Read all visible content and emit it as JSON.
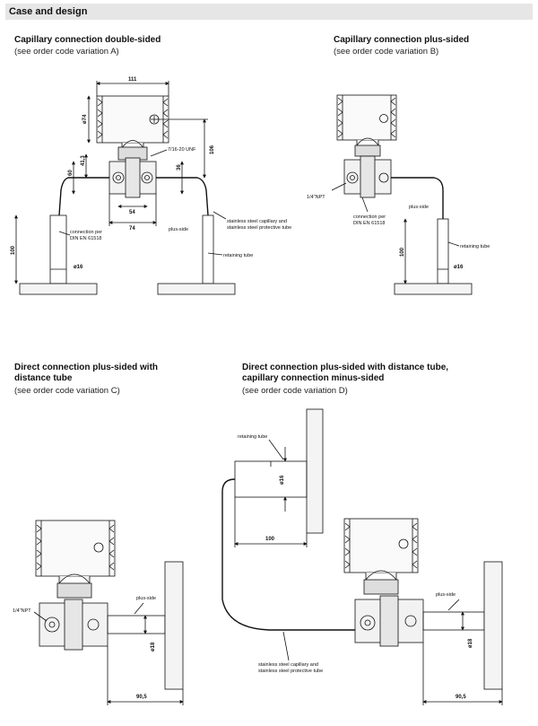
{
  "header": {
    "title": "Case and design"
  },
  "sections": {
    "a": {
      "title": "Capillary connection double-sided",
      "subtitle": "(see order code variation A)"
    },
    "b": {
      "title": "Capillary connection plus-sided",
      "subtitle": "(see order code variation B)"
    },
    "c": {
      "title_line1": "Direct connection plus-sided with",
      "title_line2": "distance tube",
      "subtitle": "(see order code variation C)"
    },
    "d": {
      "title_line1": "Direct connection plus-sided with distance tube,",
      "title_line2": "capillary connection minus-sided",
      "subtitle": "(see order code variation D)"
    }
  },
  "labels": {
    "a": {
      "dim_111": "111",
      "dim_74": "ø74",
      "dim_106": "106",
      "thread": "7/16-20 UNF",
      "dim_36": "36",
      "dim_60": "60",
      "dim_413": "41,3",
      "dim_54": "54",
      "dim_74b": "74",
      "conn1": "connection per",
      "conn2": "DIN EN 61518",
      "plus": "plus-side",
      "cap1": "stainless steel capillary and",
      "cap2": "stainless steel protective tube",
      "retain": "retaining tube",
      "dim_100": "100",
      "dim_16": "ø16"
    },
    "b": {
      "npt": "1/4\"NPT",
      "plus": "plus-side",
      "conn1": "connection per",
      "conn2": "DIN EN 61518",
      "retain": "retaining tube",
      "dim_100": "100",
      "dim_16": "ø16"
    },
    "c": {
      "npt": "1/4\"NPT",
      "plus": "plus-side",
      "dim_18": "ø18",
      "dim_905": "90,5"
    },
    "d": {
      "retain": "retaining tube",
      "dim_16": "ø16",
      "dim_100": "100",
      "plus": "plus-side",
      "cap1": "stainless steel capillary and",
      "cap2": "stainless steel protective tube",
      "dim_18": "ø18",
      "dim_905": "90,5"
    }
  }
}
